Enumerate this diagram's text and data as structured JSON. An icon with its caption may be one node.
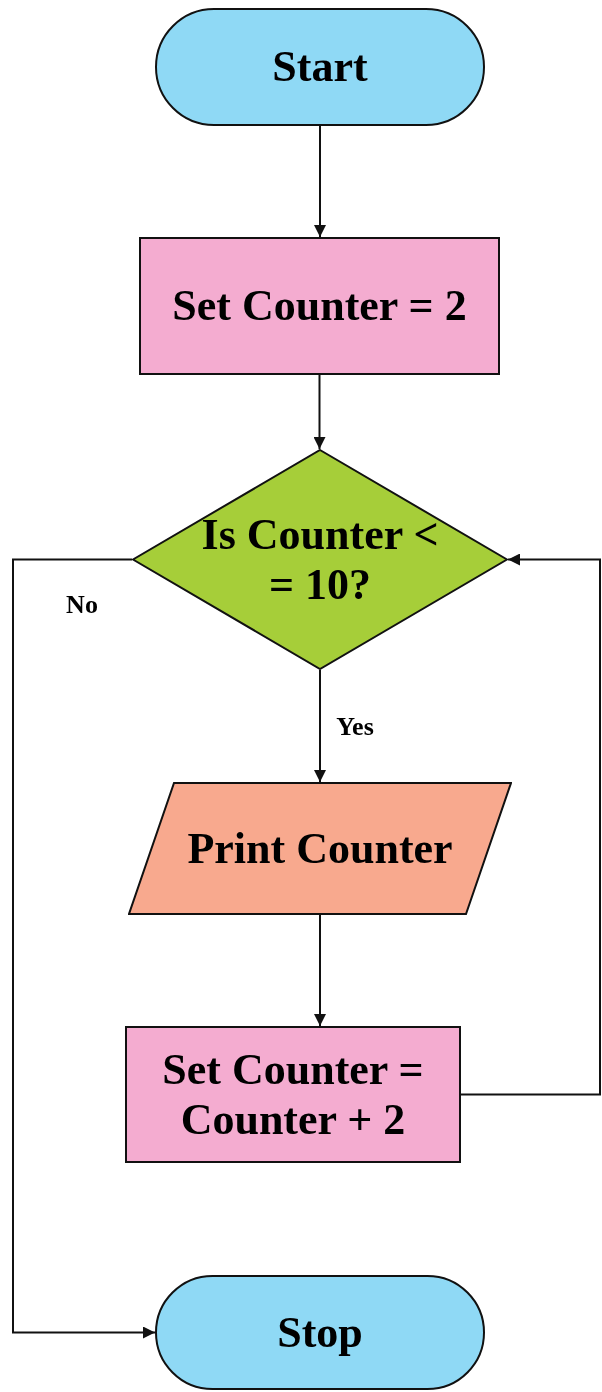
{
  "diagram": {
    "nodes": [
      {
        "text": [
          "Start"
        ]
      },
      {
        "text": [
          "Set Counter = 2"
        ]
      },
      {
        "text": [
          "Is Counter < = 10?"
        ]
      },
      {
        "text": [
          "Print Counter"
        ]
      },
      {
        "text": [
          "Set Counter = Counter + 2"
        ]
      },
      {
        "text": [
          "Stop"
        ]
      }
    ],
    "edges": [
      {
        "from": 0,
        "to": 1,
        "arrow": "to"
      },
      {
        "from": 1,
        "to": 2,
        "arrow": "to"
      },
      {
        "from": 2,
        "to": 3,
        "arrow": "to",
        "label": "Yes"
      },
      {
        "from": 3,
        "to": 4,
        "arrow": "to"
      },
      {
        "from": 4,
        "to": 2,
        "arrow": "to"
      },
      {
        "from": 2,
        "to": 5,
        "arrow": "to",
        "label": "No"
      }
    ]
  }
}
